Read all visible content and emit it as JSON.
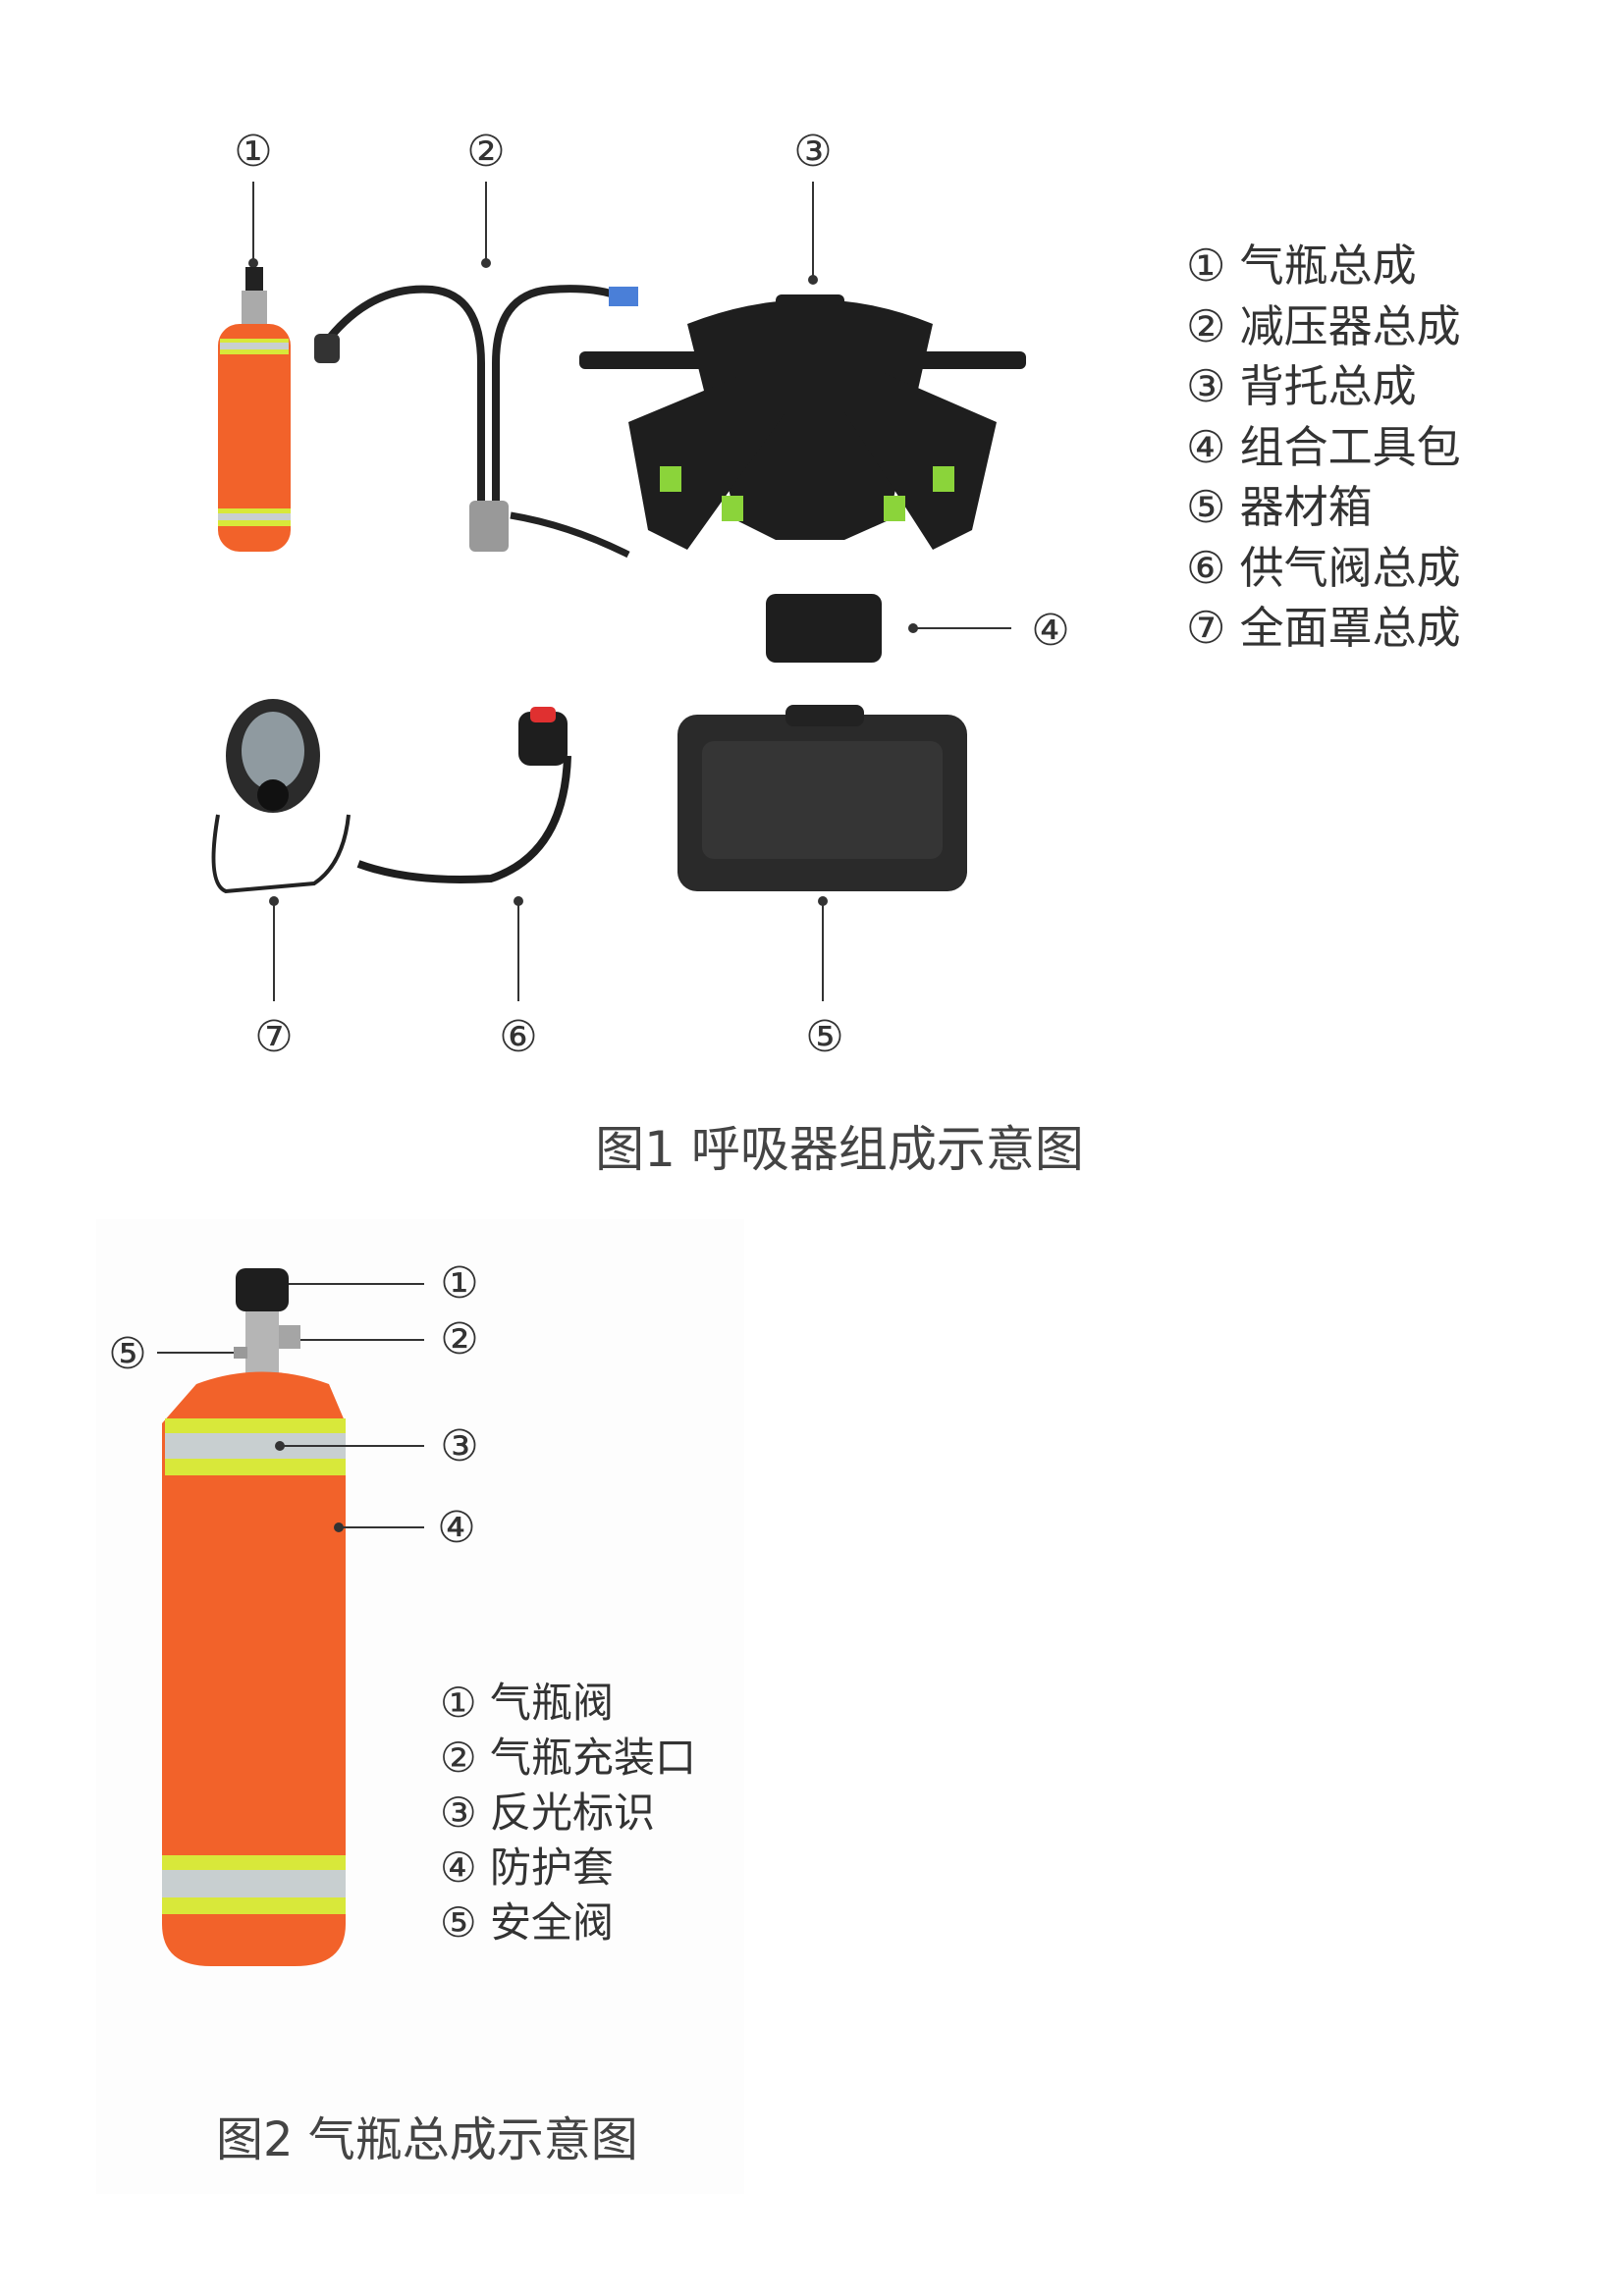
{
  "figure1": {
    "callouts": [
      "①",
      "②",
      "③",
      "④",
      "⑤",
      "⑥",
      "⑦"
    ],
    "legend": [
      "① 气瓶总成",
      "② 减压器总成",
      "③ 背托总成",
      "④ 组合工具包",
      "⑤ 器材箱",
      "⑥ 供气阀总成",
      "⑦ 全面罩总成"
    ],
    "caption": "图1 呼吸器组成示意图"
  },
  "figure2": {
    "callouts": [
      "①",
      "②",
      "③",
      "④",
      "⑤"
    ],
    "legend": [
      "① 气瓶阀",
      "② 气瓶充装口",
      "③ 反光标识",
      "④ 防护套",
      "⑤ 安全阀"
    ],
    "caption": "图2  气瓶总成示意图"
  },
  "colors": {
    "cylinder_orange": "#f2622a",
    "reflective_yellow": "#d8e83a",
    "reflective_silver": "#c8cfd0",
    "equipment_black": "#1e1e1e"
  }
}
